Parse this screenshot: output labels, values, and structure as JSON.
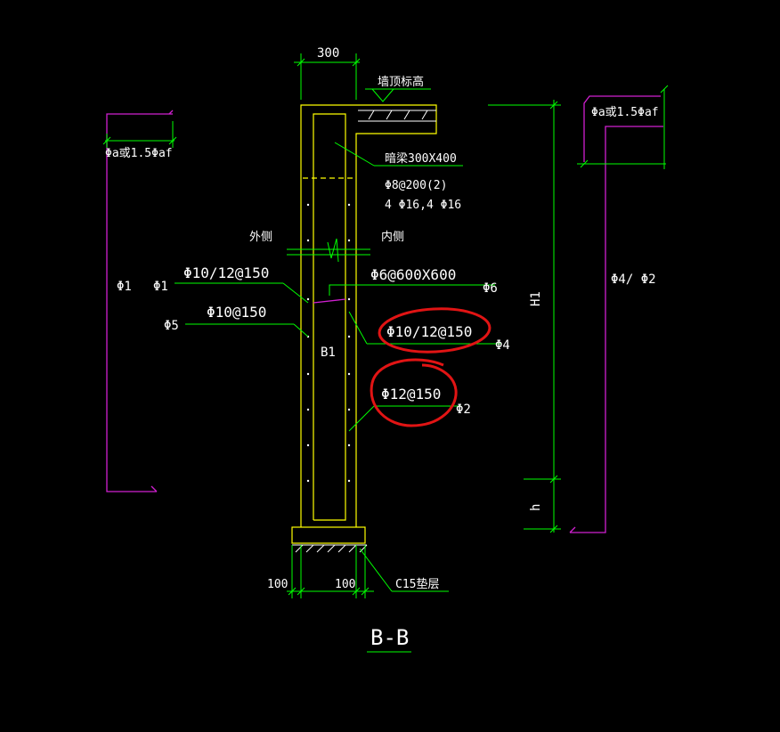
{
  "drawing": {
    "title": "B-B",
    "labels": {
      "dim_wall_thickness": "300",
      "wall_top_elevation": "墙顶标高",
      "dim_left_cover": "100",
      "dim_right_cover": "100",
      "footing_pad": "C15垫层",
      "height_h1": "H1",
      "height_h": "h",
      "outer_side": "外侧",
      "inner_side": "内侧",
      "top_beam": "暗梁300X400",
      "beam_stirrup": "Φ8@200(2)",
      "beam_bars": "4 Φ16,4 Φ16",
      "tie_bar": "Φ6@600X600",
      "tie_bar_mark": "Φ6",
      "outer_vertical_bar": "Φ10/12@150",
      "outer_vertical_mark": "Φ1",
      "outer_horizontal_bar": "Φ10@150",
      "outer_horizontal_mark": "Φ5",
      "inner_vertical_bar": "Φ10/12@150",
      "inner_vertical_mark": "Φ4",
      "inner_horizontal_bar": "Φ12@150",
      "inner_horizontal_mark": "Φ2",
      "wall_mark": "B1",
      "left_bar_detail_anchor": "Φа或1.5Φаf",
      "left_bar_detail_mark": "Φ1",
      "right_bar_detail_anchor": "Φа或1.5Φаf",
      "right_bar_detail_mark": "Φ4/ Φ2"
    },
    "colors": {
      "background": "#000000",
      "dimension": "#00ff00",
      "outline": "#ffff00",
      "rebar_detail": "#d020d0",
      "text": "#ffffff",
      "highlight": "#e11414"
    }
  }
}
